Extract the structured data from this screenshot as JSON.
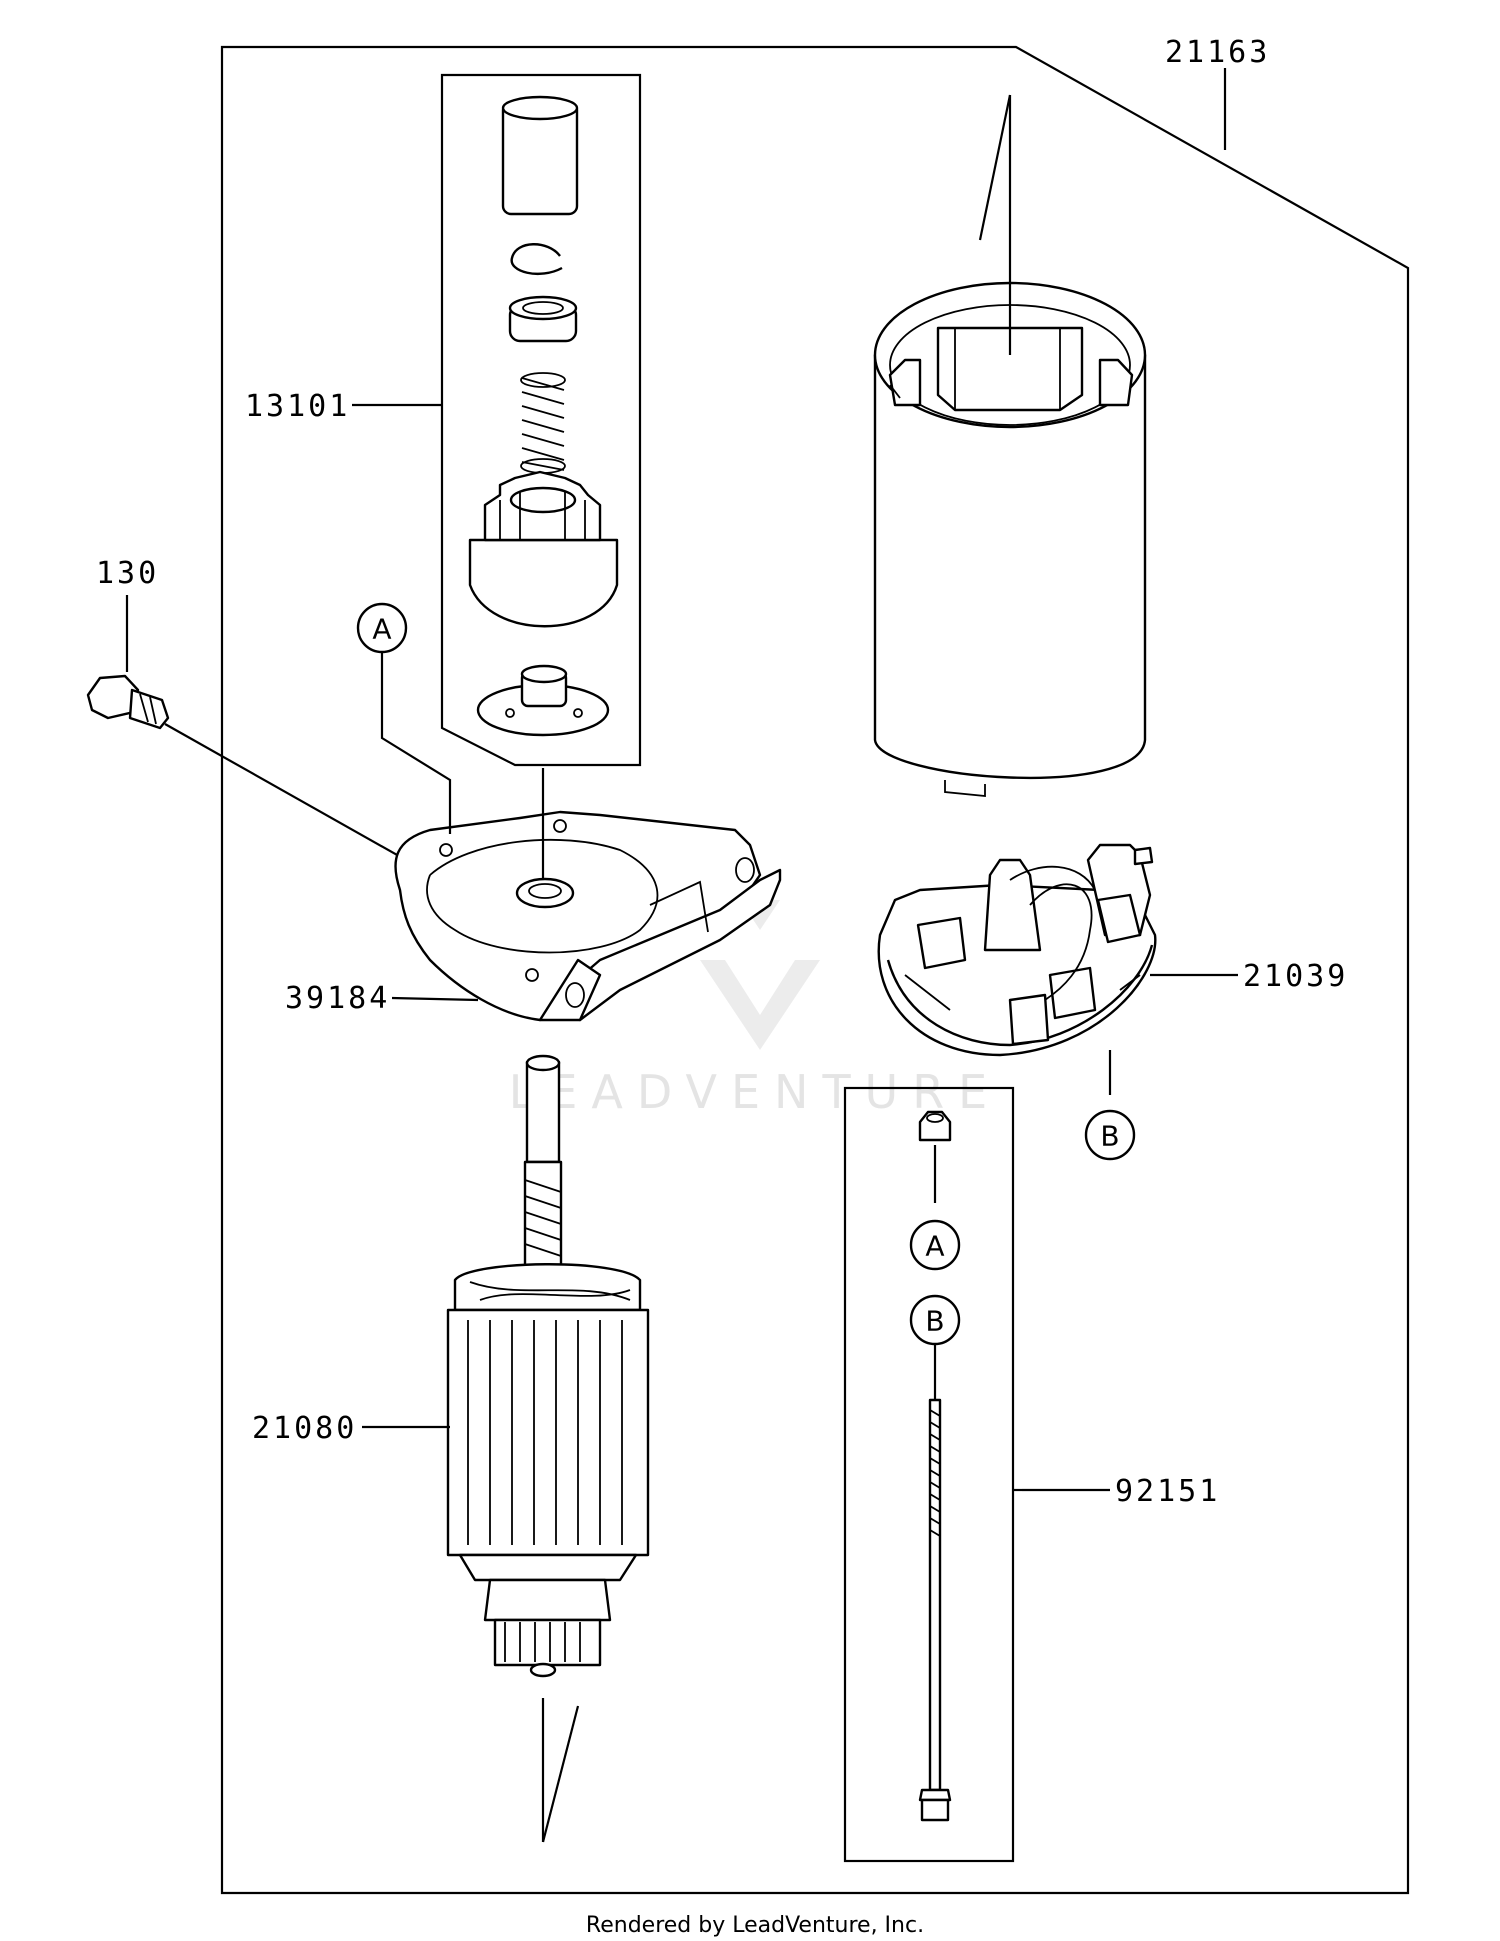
{
  "callouts": {
    "p21163": "21163",
    "p13101": "13101",
    "p130": "130",
    "p39184": "39184",
    "p21039": "21039",
    "p21080": "21080",
    "p92151": "92151"
  },
  "reference_marks": {
    "a_top": "A",
    "b_brush": "B",
    "a_bolt": "A",
    "b_bolt": "B"
  },
  "watermark": "LEADVENTURE",
  "footer": "Rendered by LeadVenture, Inc."
}
